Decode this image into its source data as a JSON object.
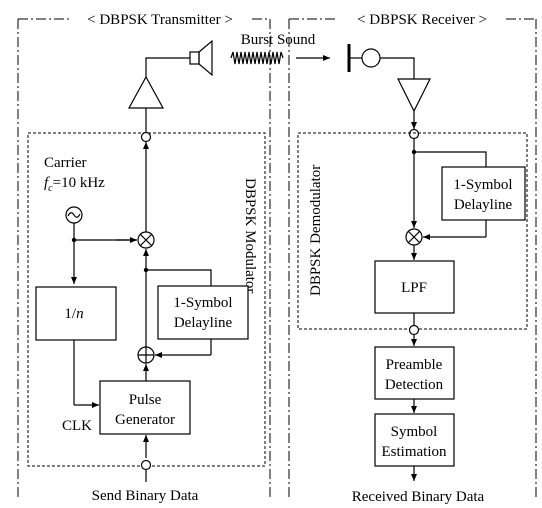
{
  "transmitter": {
    "title": "< DBPSK Transmitter >",
    "modulator_label": "DBPSK Modulator",
    "carrier_label": "Carrier",
    "carrier_freq": "=10 kHz",
    "divider_label": "1/",
    "divider_var": "n",
    "delay_line1": "1-Symbol",
    "delay_line2": "Delayline",
    "pulse_gen1": "Pulse",
    "pulse_gen2": "Generator",
    "clk_label": "CLK",
    "input_label": "Send Binary Data"
  },
  "channel": {
    "burst_label": "Burst Sound"
  },
  "receiver": {
    "title": "< DBPSK Receiver >",
    "demodulator_label": "DBPSK Demodulator",
    "delay_line1": "1-Symbol",
    "delay_line2": "Delayline",
    "lpf_label": "LPF",
    "preamble1": "Preamble",
    "preamble2": "Detection",
    "symbol1": "Symbol",
    "symbol2": "Estimation",
    "output_label": "Received Binary Data"
  }
}
